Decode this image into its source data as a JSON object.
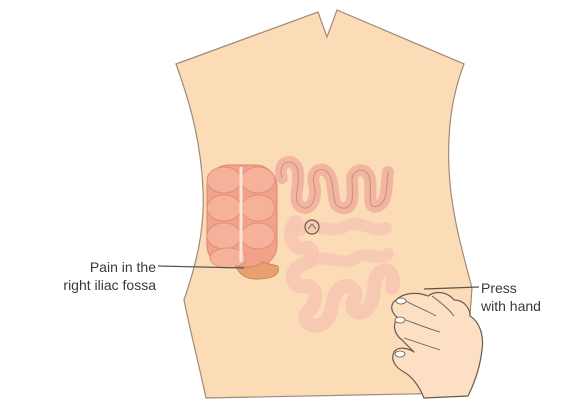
{
  "labels": {
    "pain": {
      "line1": "Pain in the",
      "line2": "right iliac fossa"
    },
    "press": {
      "line1": "Press",
      "line2": "with hand"
    }
  },
  "colors": {
    "skin": "#fbdcb7",
    "skin_outline": "#a08a78",
    "colon": "#f1a289",
    "colon_outline": "#e0876f",
    "small_intestine": "#f2b5a0",
    "small_intestine_outline": "#c98f86",
    "appendix": "#e8a06e",
    "hand": "#fde0c4",
    "hand_outline": "#6b5a4c",
    "leader_line": "#555555"
  }
}
